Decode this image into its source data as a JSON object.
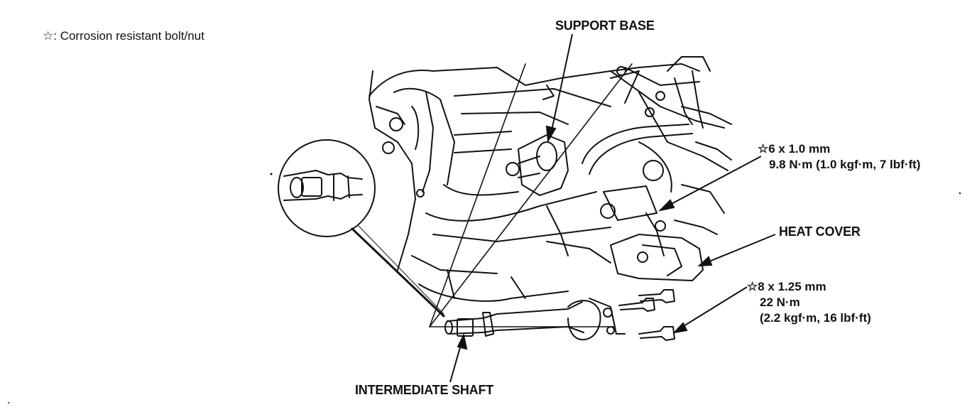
{
  "legend": {
    "symbol": "☆",
    "text": ": Corrosion resistant bolt/nut"
  },
  "labels": {
    "support_base": "SUPPORT BASE",
    "heat_cover": "HEAT COVER",
    "intermediate_shaft": "INTERMEDIATE SHAFT"
  },
  "specs": {
    "bolt_6": {
      "symbol": "☆",
      "size": "6 x 1.0 mm",
      "torque": "9.8 N·m (1.0 kgf·m, 7 lbf·ft)"
    },
    "bolt_8": {
      "symbol": "☆",
      "size": "8 x 1.25 mm",
      "torque_nm": "22 N·m",
      "torque_alt": "(2.2 kgf·m, 16 lbf·ft)"
    }
  },
  "colors": {
    "ink": "#111111",
    "paper": "#ffffff"
  }
}
